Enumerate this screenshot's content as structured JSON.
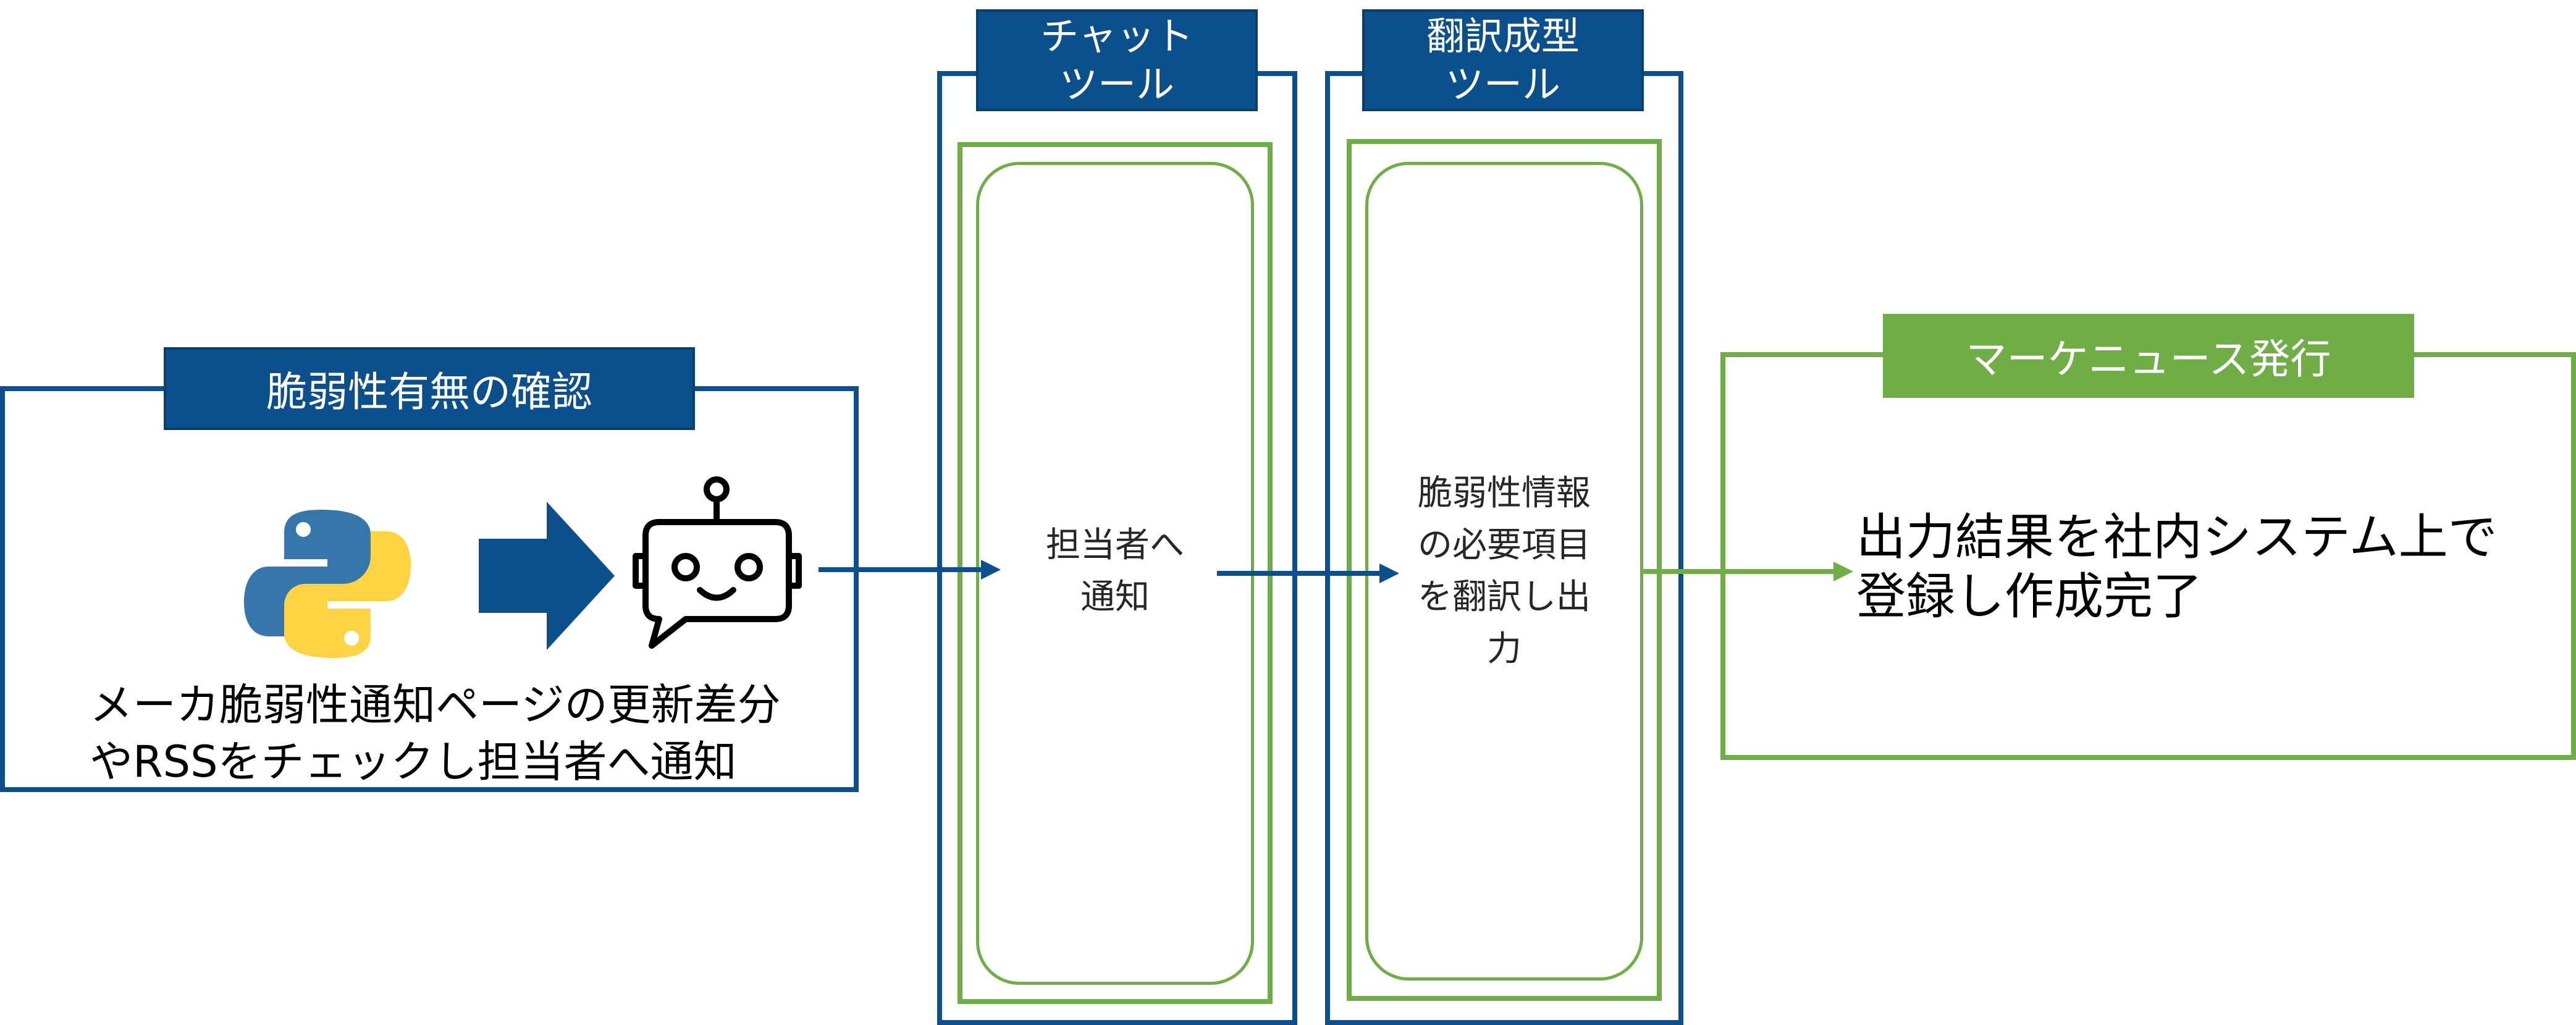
{
  "colors": {
    "navy": "#0b4f8c",
    "green": "#70ad47",
    "python_blue": "#3776ab",
    "python_yellow": "#ffd343",
    "text": "#000000"
  },
  "section_check": {
    "label": "脆弱性有無の確認",
    "description_lines": [
      "メーカ脆弱性通知ページの更新差分",
      "やRSSをチェックし担当者へ通知"
    ],
    "icons": [
      "python-logo-icon",
      "right-arrow-icon",
      "chatbot-icon"
    ]
  },
  "chat_tool": {
    "label_lines": [
      "チャット",
      "ツール"
    ],
    "inner_lines": [
      "担当者へ",
      "通知"
    ]
  },
  "translation_tool": {
    "label_lines": [
      "翻訳成型",
      "ツール"
    ],
    "inner_lines": [
      "脆弱性情報",
      "の必要項目",
      "を翻訳し出",
      "力"
    ]
  },
  "news_release": {
    "label": "マーケニュース発行",
    "result_lines": [
      "出力結果を社内システム上で",
      "登録し作成完了"
    ]
  }
}
